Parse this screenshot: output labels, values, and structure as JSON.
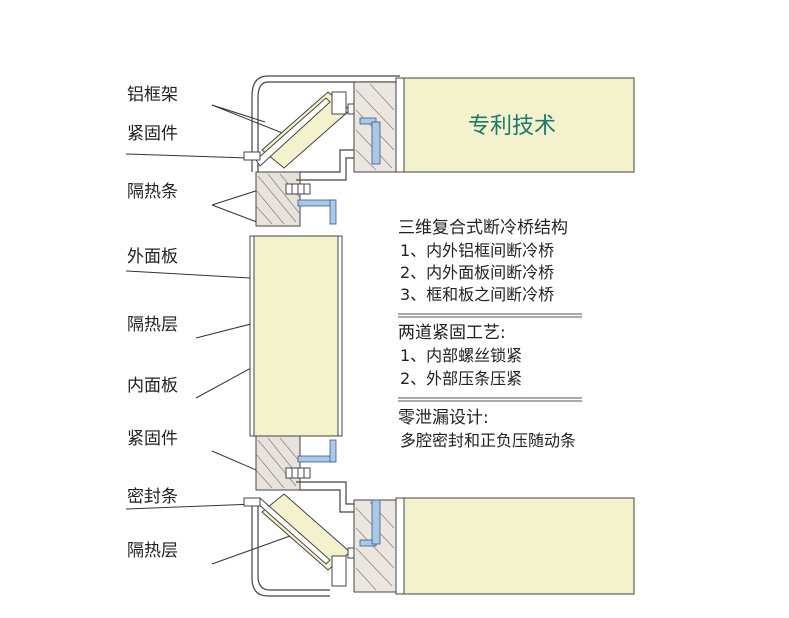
{
  "diagram": {
    "labels": {
      "aluminum_frame": "铝框架",
      "fastener_top": "紧固件",
      "thermal_strip": "隔热条",
      "outer_panel": "外面板",
      "insulation_mid": "隔热层",
      "inner_panel": "内面板",
      "fastener_bottom": "紧固件",
      "seal_strip": "密封条",
      "insulation_bottom": "隔热层"
    },
    "badge": "专利技术",
    "info": {
      "block1": {
        "title": "三维复合式断冷桥结构",
        "items": [
          "1、内外铝框间断冷桥",
          "2、内外面板间断冷桥",
          "3、框和板之间断冷桥"
        ]
      },
      "block2": {
        "title": "两道紧固工艺:",
        "items": [
          "1、内部螺丝锁紧",
          "2、外部压条压紧"
        ]
      },
      "block3": {
        "title": "零泄漏设计:",
        "items": [
          "多腔密封和正负压随动条"
        ]
      }
    },
    "colors": {
      "insulation": "#f4f2cc",
      "frame": "#ffffff",
      "thermal_strip": "#e8e2dc",
      "seal": "#a9c8ea",
      "badge_text": "#1a7a6a"
    }
  }
}
